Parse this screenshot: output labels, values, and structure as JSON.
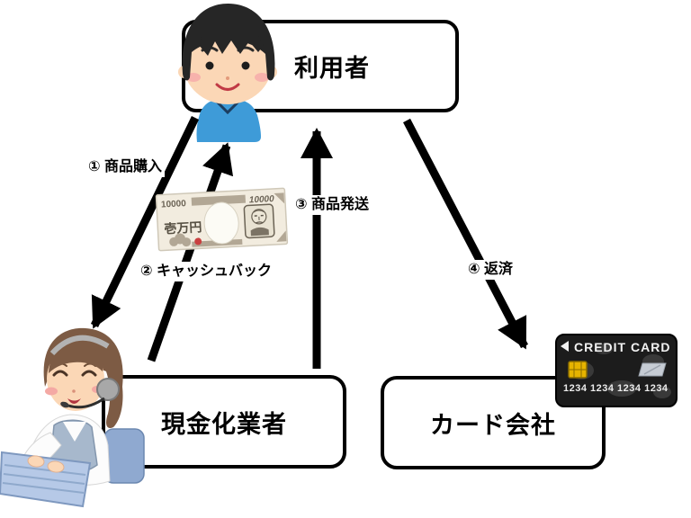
{
  "nodes": {
    "user": {
      "label": "利用者"
    },
    "cash_converter": {
      "label": "現金化業者"
    },
    "card_company": {
      "label": "カード会社"
    }
  },
  "arrows": {
    "purchase": {
      "label": "① 商品購入"
    },
    "cashback": {
      "label": "② キャッシュバック"
    },
    "shipping": {
      "label": "③ 商品発送"
    },
    "repayment": {
      "label": "④ 返済"
    }
  },
  "banknote": {
    "corner_value": "10000",
    "denomination": "壱万円"
  },
  "credit_card": {
    "brand": "CREDIT CARD",
    "number": "1234 1234 1234 1234"
  },
  "palette": {
    "arrow": "#000000",
    "box_border": "#000000",
    "box_fill": "#ffffff",
    "shirt_blue": "#3e9bd8",
    "hair_black": "#262626",
    "hair_brown": "#7d5b44",
    "vest_blue": "#a7b8cc",
    "keyboard_blue": "#b6c9e7",
    "skin": "#fbd7b6",
    "bill_paper": "#f2ecdf",
    "bill_band": "#b2a795",
    "seal_red": "#c94040",
    "card_black": "#1c1c1c",
    "chip_gold": "#e6b400"
  }
}
